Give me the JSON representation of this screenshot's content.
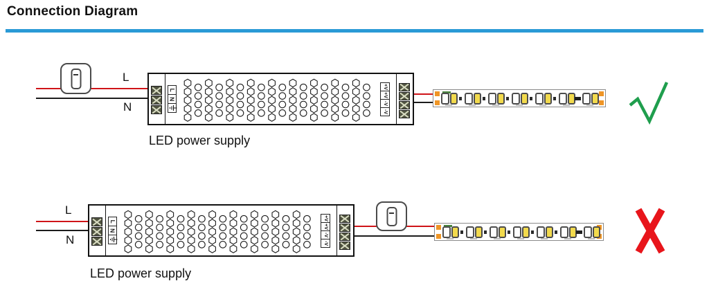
{
  "title": "Connection Diagram",
  "colors": {
    "accent_blue": "#2a9ad6",
    "wire_live": "#cf1418",
    "wire_neutral": "#1c1c1c",
    "check_green": "#1f9e4d",
    "cross_red": "#e8151b",
    "pad_orange": "#ef9526",
    "led_yellow": "#f2da4d",
    "terminal_body": "#515441",
    "terminal_screw": "#d9ddc2"
  },
  "wire_labels": {
    "live": "L",
    "neutral": "N"
  },
  "psu": {
    "label": "LED power supply",
    "input_labels": [
      "L",
      "N"
    ],
    "ground_symbol": "⏚",
    "output_labels": [
      "+V",
      "+V",
      "-V",
      "-V"
    ],
    "vent": {
      "cols": 18,
      "rows": 5
    }
  },
  "strip": {
    "modules": 7
  },
  "rows": [
    {
      "name": "switch-on-mains-side",
      "verdict": "correct",
      "mark": "✓"
    },
    {
      "name": "switch-on-dc-side",
      "verdict": "incorrect",
      "mark": "X"
    }
  ]
}
